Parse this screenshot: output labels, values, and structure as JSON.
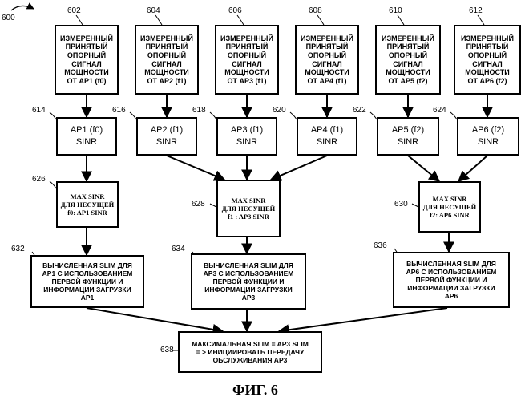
{
  "diagram_ref": "600",
  "figure_label": "ФИГ. 6",
  "signal_boxes": [
    {
      "ref": "602",
      "text": "ИЗМЕРЕННЫЙ\nПРИНЯТЫЙ\nОПОРНЫЙ\nСИГНАЛ\nМОЩНОСТИ\nОТ AP1 (f0)"
    },
    {
      "ref": "604",
      "text": "ИЗМЕРЕННЫЙ\nПРИНЯТЫЙ\nОПОРНЫЙ\nСИГНАЛ\nМОЩНОСТИ\nОТ AP2 (f1)"
    },
    {
      "ref": "606",
      "text": "ИЗМЕРЕННЫЙ\nПРИНЯТЫЙ\nОПОРНЫЙ\nСИГНАЛ\nМОЩНОСТИ\nОТ AP3 (f1)"
    },
    {
      "ref": "608",
      "text": "ИЗМЕРЕННЫЙ\nПРИНЯТЫЙ\nОПОРНЫЙ\nСИГНАЛ\nМОЩНОСТИ\nОТ AP4 (f1)"
    },
    {
      "ref": "610",
      "text": "ИЗМЕРЕННЫЙ\nПРИНЯТЫЙ\nОПОРНЫЙ\nСИГНАЛ\nМОЩНОСТИ\nОТ AP5 (f2)"
    },
    {
      "ref": "612",
      "text": "ИЗМЕРЕННЫЙ\nПРИНЯТЫЙ\nОПОРНЫЙ\nСИГНАЛ\nМОЩНОСТИ\nОТ AP6 (f2)"
    }
  ],
  "sinr_boxes": [
    {
      "ref": "614",
      "text": "AP1 (f0)\nSINR"
    },
    {
      "ref": "616",
      "text": "AP2 (f1)\nSINR"
    },
    {
      "ref": "618",
      "text": "AP3 (f1)\nSINR"
    },
    {
      "ref": "620",
      "text": "AP4 (f1)\nSINR"
    },
    {
      "ref": "622",
      "text": "AP5 (f2)\nSINR"
    },
    {
      "ref": "624",
      "text": "AP6 (f2)\nSINR"
    }
  ],
  "max_boxes": [
    {
      "ref": "626",
      "text": "MAX SINR\nДЛЯ НЕСУЩЕЙ\nf0: AP1 SINR"
    },
    {
      "ref": "628",
      "text": "MAX SINR\nДЛЯ НЕСУЩЕЙ\nf1 : AP3 SINR"
    },
    {
      "ref": "630",
      "text": "MAX SINR\nДЛЯ НЕСУЩЕЙ\nf2: AP6 SINR"
    }
  ],
  "slim_boxes": [
    {
      "ref": "632",
      "text": "ВЫЧИСЛЕННАЯ SLIM ДЛЯ\nAP1 С ИСПОЛЬЗОВАНИЕМ\nПЕРВОЙ ФУНКЦИИ И\nИНФОРМАЦИИ ЗАГРУЗКИ\nAP1"
    },
    {
      "ref": "634",
      "text": "ВЫЧИСЛЕННАЯ SLIM ДЛЯ\nAP3 С ИСПОЛЬЗОВАНИЕМ\nПЕРВОЙ ФУНКЦИИ И\nИНФОРМАЦИИ ЗАГРУЗКИ\nAP3"
    },
    {
      "ref": "636",
      "text": "ВЫЧИСЛЕННАЯ SLIM ДЛЯ\nAP6 С ИСПОЛЬЗОВАНИЕМ\nПЕРВОЙ ФУНКЦИИ И\nИНФОРМАЦИИ ЗАГРУЗКИ\nAP6"
    }
  ],
  "final_box": {
    "ref": "638",
    "text": "МАКСИМАЛЬНАЯ SLIM = AP3 SLIM\n= > ИНИЦИИРОВАТЬ ПЕРЕДАЧУ\nОБСЛУЖИВАНИЯ AP3"
  }
}
